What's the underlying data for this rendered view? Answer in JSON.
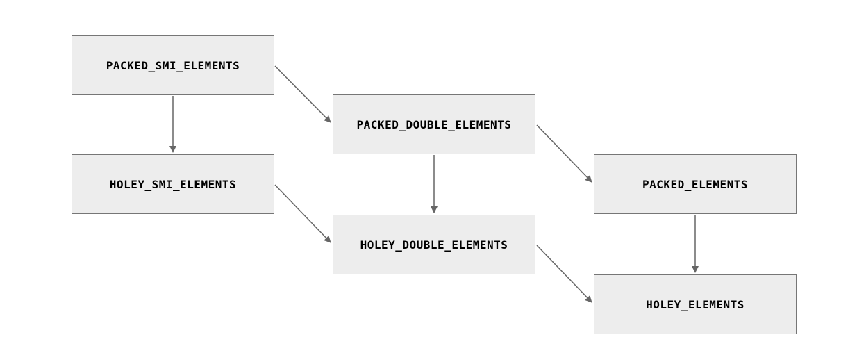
{
  "diagram": {
    "type": "transition-graph",
    "background_color": "#ffffff",
    "node_fill_color": "#ededed",
    "node_border_color": "#767676",
    "arrow_color": "#666666",
    "text_color": "#000000",
    "nodes": [
      {
        "id": "packed_smi_elements",
        "label": "PACKED_SMI_ELEMENTS"
      },
      {
        "id": "packed_double_elements",
        "label": "PACKED_DOUBLE_ELEMENTS"
      },
      {
        "id": "holey_smi_elements",
        "label": "HOLEY_SMI_ELEMENTS"
      },
      {
        "id": "packed_elements",
        "label": "PACKED_ELEMENTS"
      },
      {
        "id": "holey_double_elements",
        "label": "HOLEY_DOUBLE_ELEMENTS"
      },
      {
        "id": "holey_elements",
        "label": "HOLEY_ELEMENTS"
      }
    ],
    "edges": [
      {
        "from": "packed_smi_elements",
        "to": "holey_smi_elements"
      },
      {
        "from": "packed_smi_elements",
        "to": "packed_double_elements"
      },
      {
        "from": "packed_double_elements",
        "to": "holey_double_elements"
      },
      {
        "from": "packed_double_elements",
        "to": "packed_elements"
      },
      {
        "from": "holey_smi_elements",
        "to": "holey_double_elements"
      },
      {
        "from": "packed_elements",
        "to": "holey_elements"
      },
      {
        "from": "holey_double_elements",
        "to": "holey_elements"
      }
    ]
  }
}
